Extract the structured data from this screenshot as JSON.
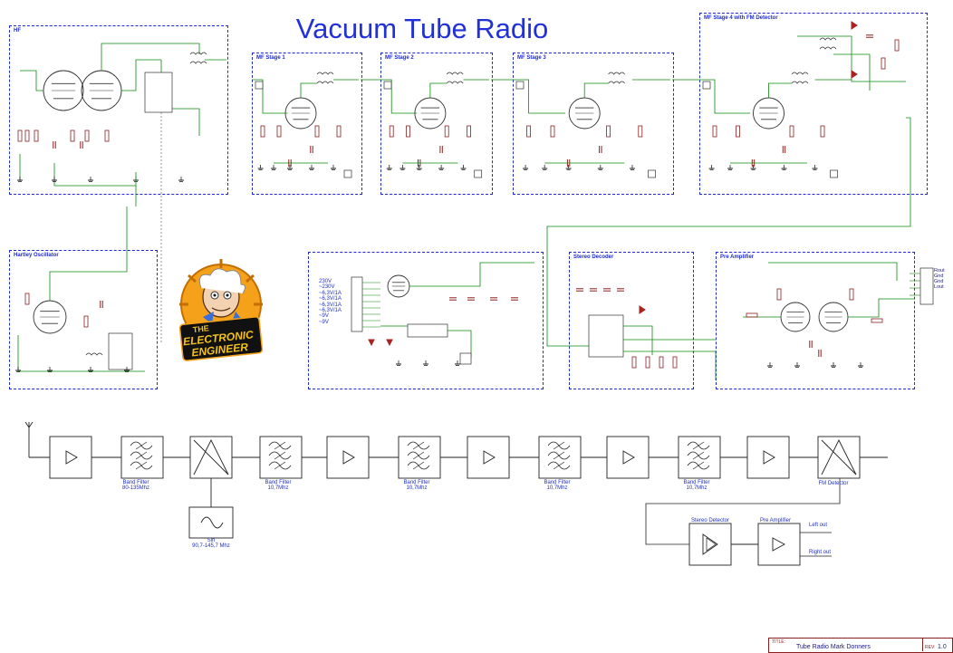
{
  "title": "Vacuum Tube Radio",
  "sections": [
    {
      "id": "hf",
      "label": "HF"
    },
    {
      "id": "mf1",
      "label": "MF Stage 1"
    },
    {
      "id": "mf2",
      "label": "MF Stage 2"
    },
    {
      "id": "mf3",
      "label": "MF Stage 3"
    },
    {
      "id": "mf4",
      "label": "MF Stage 4 with FM Detector"
    },
    {
      "id": "osc",
      "label": "Hartley Oscillator"
    },
    {
      "id": "psu",
      "label": ""
    },
    {
      "id": "stereo",
      "label": "Stereo Decoder"
    },
    {
      "id": "preamp",
      "label": "Pre Amplifier"
    }
  ],
  "psu_labels": [
    "230V",
    "~230V",
    "~6,3V/1A",
    "~6,3V/1A",
    "~6,3V/1A",
    "~6,3V/1A",
    "~9V",
    "~9V"
  ],
  "audio_connector": [
    "Rout",
    "Gnd",
    "Gnd",
    "Lout"
  ],
  "block_diagram": {
    "blocks": [
      {
        "name": "amp-1",
        "type": "amp",
        "label": ""
      },
      {
        "name": "band-filter-1",
        "type": "filter",
        "label": "Band Filter\n80-135Mhz"
      },
      {
        "name": "mixer",
        "type": "mixer",
        "label": ""
      },
      {
        "name": "band-filter-2",
        "type": "filter",
        "label": "Band Filter\n10,7Mhz"
      },
      {
        "name": "amp-2",
        "type": "amp",
        "label": ""
      },
      {
        "name": "band-filter-3",
        "type": "filter",
        "label": "Band Filter\n10,7Mhz"
      },
      {
        "name": "amp-3",
        "type": "amp",
        "label": ""
      },
      {
        "name": "band-filter-4",
        "type": "filter",
        "label": "Band Filter\n10,7Mhz"
      },
      {
        "name": "amp-4",
        "type": "amp",
        "label": ""
      },
      {
        "name": "band-filter-5",
        "type": "filter",
        "label": "Band Filter\n10,7Mhz"
      },
      {
        "name": "amp-5",
        "type": "amp",
        "label": ""
      },
      {
        "name": "fm-detector",
        "type": "mixer",
        "label": "FM Detector"
      }
    ],
    "oscillator": {
      "label": "Sin\n90,7-145,7 Mhz"
    },
    "stereo_detector": {
      "label": "Stereo Detector"
    },
    "pre_amplifier": {
      "label": "Pre Amplifier"
    },
    "outputs": {
      "left": "Left out",
      "right": "Right out"
    }
  },
  "title_block": {
    "title_label": "TITLE:",
    "title": "Tube Radio Mark Donners",
    "rev_label": "REV:",
    "rev": "1.0"
  },
  "logo": {
    "line1": "THE",
    "line2": "ELECTRONIC",
    "line3": "ENGINEER"
  },
  "colors": {
    "wire": "#0a8a0a",
    "border": "#1c2bd4",
    "component": "#8a1f1f",
    "text": "#1a1a8a",
    "title": "#2230d8"
  }
}
